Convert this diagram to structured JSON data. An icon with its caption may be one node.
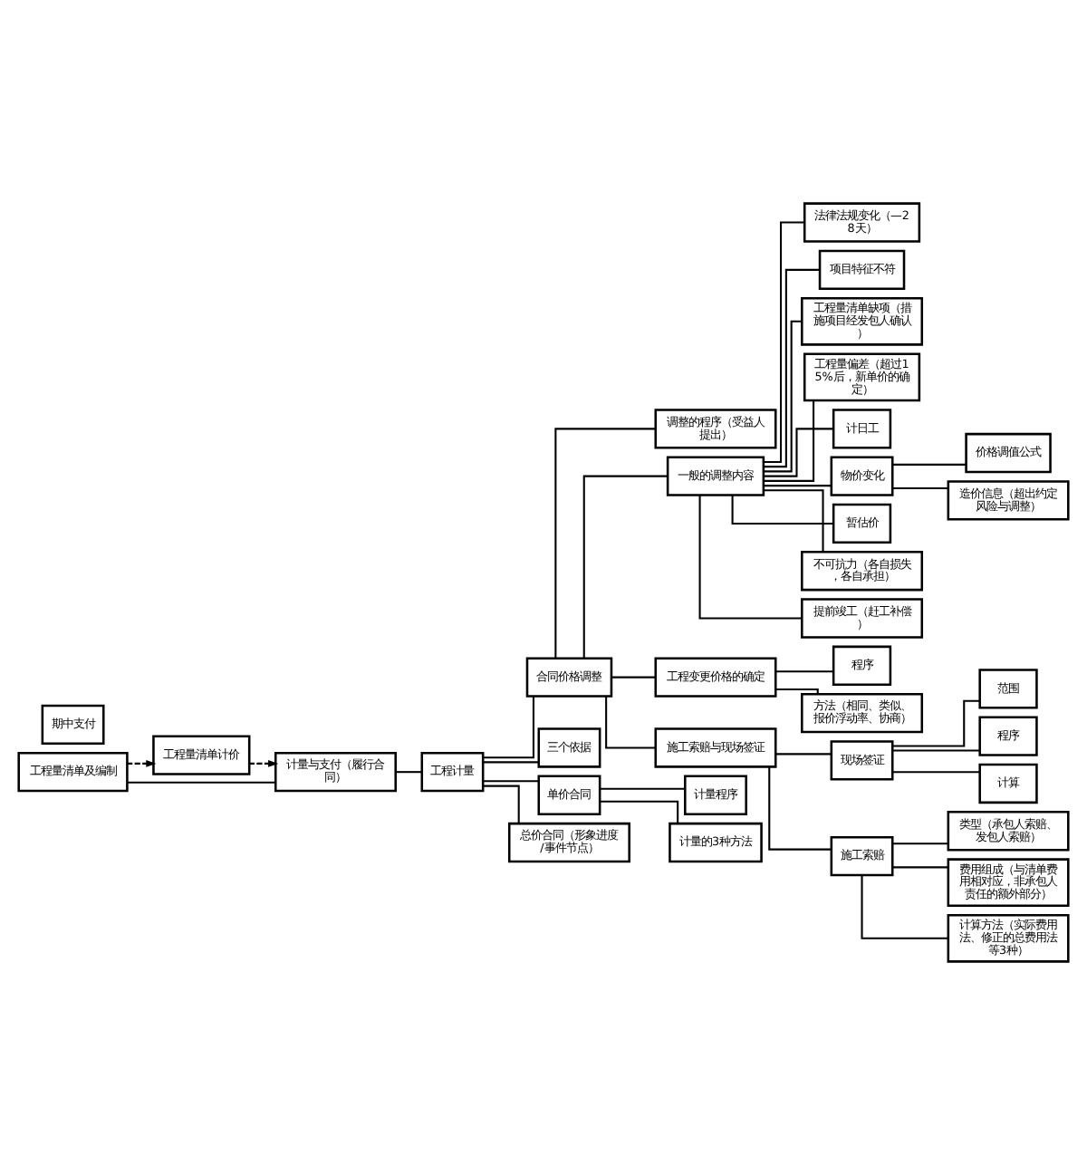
{
  "diagram": {
    "nodes": [
      {
        "text": [
          "工程量清单及编制"
        ]
      },
      {
        "text": [
          "工程量清单计价"
        ]
      },
      {
        "text": [
          "法律法规变化（—28天）"
        ]
      },
      {
        "text": [
          "项目特征不符"
        ]
      },
      {
        "text": [
          "工程量清单缺项（措施项目经发包人确认）"
        ]
      },
      {
        "text": [
          "工程量偏差（超过15%后，新单价的确定）"
        ]
      },
      {
        "text": [
          "计日工"
        ]
      },
      {
        "text": [
          "价格调值公式"
        ]
      },
      {
        "text": [
          "物价变化"
        ]
      },
      {
        "text": [
          "造价信息（超出约定风险与调整）"
        ]
      },
      {
        "text": [
          "暂估价"
        ]
      },
      {
        "text": [
          "调整的程序（受益人提出）"
        ]
      },
      {
        "text": [
          "期中支付"
        ]
      },
      {
        "text": [
          "一般的调整内容"
        ]
      },
      {
        "text": [
          "不可抗力（各自损失，各自承担）"
        ]
      },
      {
        "text": [
          "提前竣工（赶工补偿）"
        ]
      },
      {
        "text": [
          "计量与支付（履行合同）"
        ]
      },
      {
        "text": [
          "工程计量"
        ]
      },
      {
        "text": [
          "合同价格调整"
        ]
      },
      {
        "text": [
          "工程变更价格的确定"
        ]
      },
      {
        "text": [
          "程序"
        ]
      },
      {
        "text": [
          "三个依据"
        ]
      },
      {
        "text": [
          "单价合同"
        ]
      },
      {
        "text": [
          "总价合同（形象进度/事件节点）"
        ]
      },
      {
        "text": [
          "方法（相同、类似、报价浮动率、协商）"
        ]
      },
      {
        "text": [
          "计量程序"
        ]
      },
      {
        "text": [
          "计量的3种方法"
        ]
      },
      {
        "text": [
          "施工索赔与现场签证"
        ]
      },
      {
        "text": [
          "类型（承包人索赔、发包人索赔）"
        ]
      },
      {
        "text": [
          "费用组成（与清单费用相对应，非承包人责任的额外部分）"
        ]
      },
      {
        "text": [
          "现场签证"
        ]
      },
      {
        "text": [
          "施工索赔"
        ]
      },
      {
        "text": [
          "计算方法（实际费用法、修正的总费用法等3种）"
        ]
      },
      {
        "text": [
          "范围"
        ]
      },
      {
        "text": [
          "程序"
        ]
      },
      {
        "text": [
          "计算"
        ]
      }
    ],
    "edges": [
      {
        "from": 0,
        "to": 1,
        "arrow": "to",
        "style": "dashed"
      },
      {
        "from": 1,
        "to": 16,
        "arrow": "to",
        "style": "dashed"
      },
      {
        "from": 0,
        "to": 16,
        "arrow": "none"
      },
      {
        "from": 16,
        "to": 17,
        "arrow": "none"
      },
      {
        "from": 17,
        "to": 18,
        "arrow": "none"
      },
      {
        "from": 17,
        "to": 21,
        "arrow": "none"
      },
      {
        "from": 17,
        "to": 22,
        "arrow": "none"
      },
      {
        "from": 17,
        "to": 23,
        "arrow": "none"
      },
      {
        "from": 22,
        "to": 25,
        "arrow": "none"
      },
      {
        "from": 22,
        "to": 26,
        "arrow": "none"
      },
      {
        "from": 18,
        "to": 11,
        "arrow": "none"
      },
      {
        "from": 18,
        "to": 13,
        "arrow": "none"
      },
      {
        "from": 18,
        "to": 19,
        "arrow": "none"
      },
      {
        "from": 18,
        "to": 27,
        "arrow": "none"
      },
      {
        "from": 13,
        "to": 2,
        "arrow": "none"
      },
      {
        "from": 13,
        "to": 3,
        "arrow": "none"
      },
      {
        "from": 13,
        "to": 4,
        "arrow": "none"
      },
      {
        "from": 13,
        "to": 5,
        "arrow": "none"
      },
      {
        "from": 13,
        "to": 6,
        "arrow": "none"
      },
      {
        "from": 13,
        "to": 8,
        "arrow": "none"
      },
      {
        "from": 13,
        "to": 10,
        "arrow": "none"
      },
      {
        "from": 13,
        "to": 14,
        "arrow": "none"
      },
      {
        "from": 13,
        "to": 15,
        "arrow": "none"
      },
      {
        "from": 8,
        "to": 7,
        "arrow": "none"
      },
      {
        "from": 8,
        "to": 9,
        "arrow": "none"
      },
      {
        "from": 19,
        "to": 20,
        "arrow": "none"
      },
      {
        "from": 19,
        "to": 24,
        "arrow": "none"
      },
      {
        "from": 27,
        "to": 30,
        "arrow": "none"
      },
      {
        "from": 27,
        "to": 31,
        "arrow": "none"
      },
      {
        "from": 30,
        "to": 33,
        "arrow": "none"
      },
      {
        "from": 30,
        "to": 34,
        "arrow": "none"
      },
      {
        "from": 30,
        "to": 35,
        "arrow": "none"
      },
      {
        "from": 31,
        "to": 28,
        "arrow": "none"
      },
      {
        "from": 31,
        "to": 29,
        "arrow": "none"
      },
      {
        "from": 31,
        "to": 32,
        "arrow": "none"
      }
    ]
  }
}
